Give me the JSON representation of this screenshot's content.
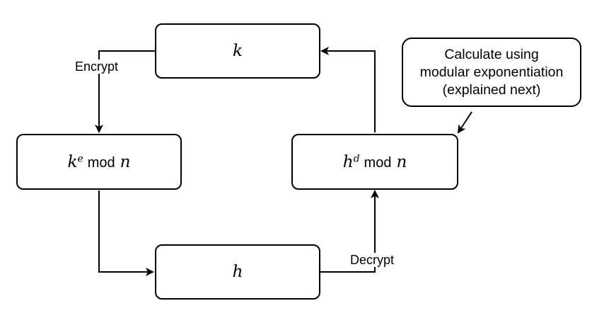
{
  "nodes": {
    "k": {
      "var": "k"
    },
    "encrypted": {
      "base": "k",
      "exponent": "e",
      "op": "mod",
      "modulus": "n"
    },
    "h": {
      "var": "h"
    },
    "decrypted": {
      "base": "h",
      "exponent": "d",
      "op": "mod",
      "modulus": "n"
    }
  },
  "edges": {
    "encrypt_label": "Encrypt",
    "decrypt_label": "Decrypt"
  },
  "note": {
    "lines": [
      "Calculate using",
      "modular exponentiation",
      "(explained next)"
    ]
  },
  "colors": {
    "stroke": "#000000",
    "background": "#ffffff"
  }
}
